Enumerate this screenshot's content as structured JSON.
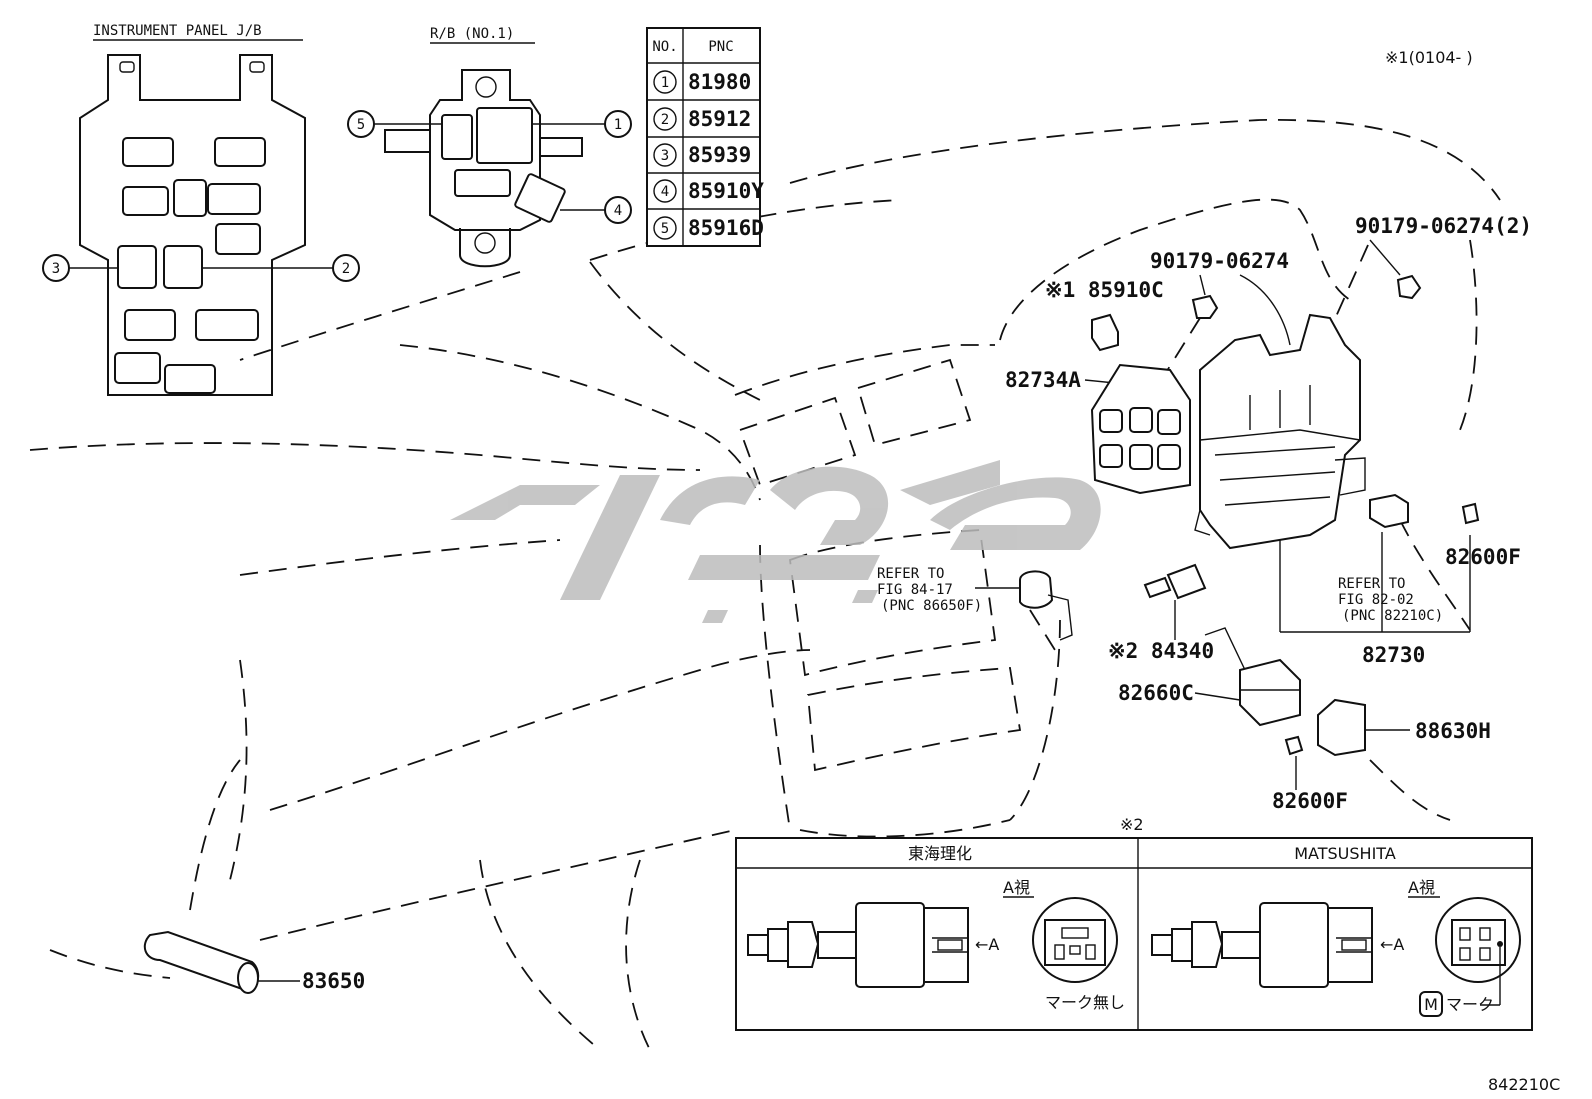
{
  "headers": {
    "instrument_panel_jb": "INSTRUMENT PANEL J/B",
    "rb_no1": "R/B (NO.1)",
    "note_range": "※1(0104-      )"
  },
  "pnc_table": {
    "col_no": "NO.",
    "col_pnc": "PNC",
    "rows": [
      {
        "no": "1",
        "pnc": "81980"
      },
      {
        "no": "2",
        "pnc": "85912"
      },
      {
        "no": "3",
        "pnc": "85939"
      },
      {
        "no": "4",
        "pnc": "85910Y"
      },
      {
        "no": "5",
        "pnc": "85916D"
      }
    ]
  },
  "callouts": {
    "jb_left": "3",
    "jb_right": "2",
    "rb_left": "5",
    "rb_top_right": "1",
    "rb_bottom_right": "4"
  },
  "parts": {
    "p90179_a": "90179-06274",
    "p90179_b": "90179-06274(2)",
    "p85910c": "※1 85910C",
    "p82734a": "82734A",
    "p82600f_right": "82600F",
    "p82730": "82730",
    "p84340": "※2 84340",
    "p82660c": "82660C",
    "p88630h": "88630H",
    "p82600f_bottom": "82600F",
    "p83650": "83650"
  },
  "refer_notes": {
    "left_1": "REFER TO",
    "left_2": "FIG 84-17",
    "left_3": "(PNC 86650F)",
    "right_1": "REFER TO",
    "right_2": "FIG 82-02",
    "right_3": "(PNC 82210C)"
  },
  "inset": {
    "title": "※2",
    "col_left": "東海理化",
    "col_right": "MATSUSHITA",
    "view_left": "A視",
    "view_right": "A視",
    "arrow_left": "←A",
    "arrow_right": "←A",
    "note_left": "マーク無し",
    "mark_letter": "M",
    "note_right": "マーク"
  },
  "figure_id": "842210C"
}
